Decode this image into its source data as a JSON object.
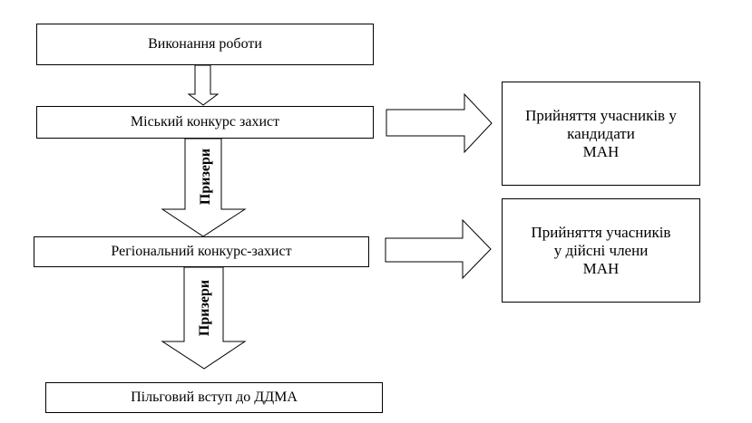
{
  "boxes": {
    "execution": "Виконання роботи",
    "city_contest": "Міський конкурс захист",
    "regional_contest": "Регіональний конкурс-захист",
    "admission": "Пільговий вступ до ДДМА",
    "candidates_lines": [
      "Прийняття учасників у",
      "кандидати",
      "МАН"
    ],
    "members_lines": [
      "Прийняття учасників",
      "у дійсні члени",
      "МАН"
    ]
  },
  "arrow_labels": {
    "prize_winners_1": "Призери",
    "prize_winners_2": "Призери"
  }
}
